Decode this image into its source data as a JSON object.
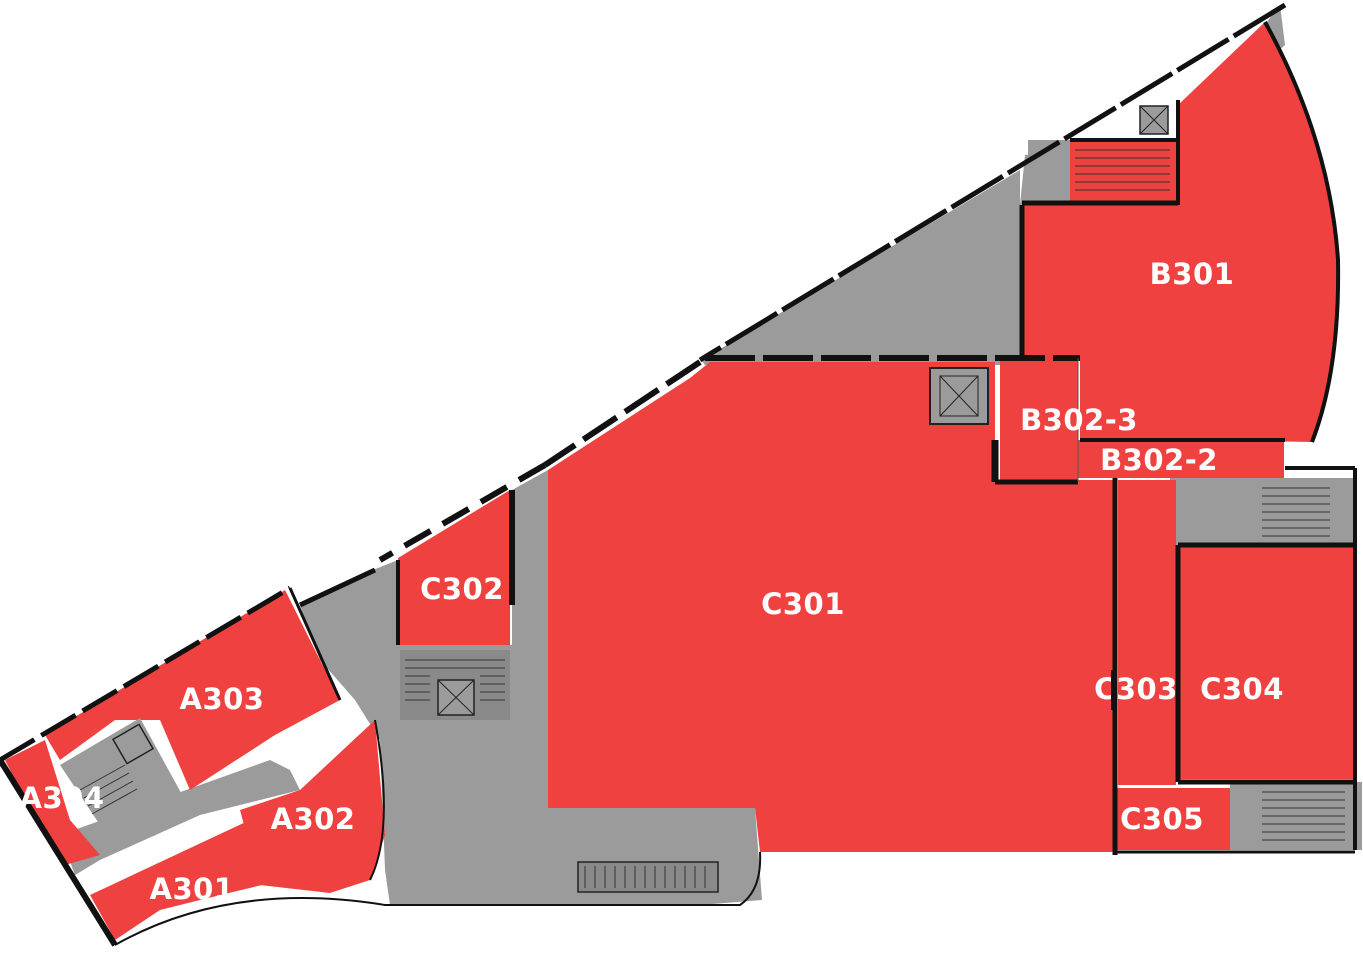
{
  "floor_map": {
    "colors": {
      "room": "#ef4240",
      "corridor": "#9b9b9b",
      "wall": "#111111",
      "label": "#ffffff",
      "background": "#ffffff"
    },
    "rooms": {
      "b301": "B301",
      "b302_3": "B302-3",
      "b302_2": "B302-2",
      "c301": "C301",
      "c302": "C302",
      "c303": "C303",
      "c304": "C304",
      "c305": "C305",
      "a301": "A301",
      "a302": "A302",
      "a303": "A303",
      "a304": "A304"
    },
    "icons": [
      "elevator-icon",
      "stair-icon",
      "escalator-icon"
    ]
  }
}
